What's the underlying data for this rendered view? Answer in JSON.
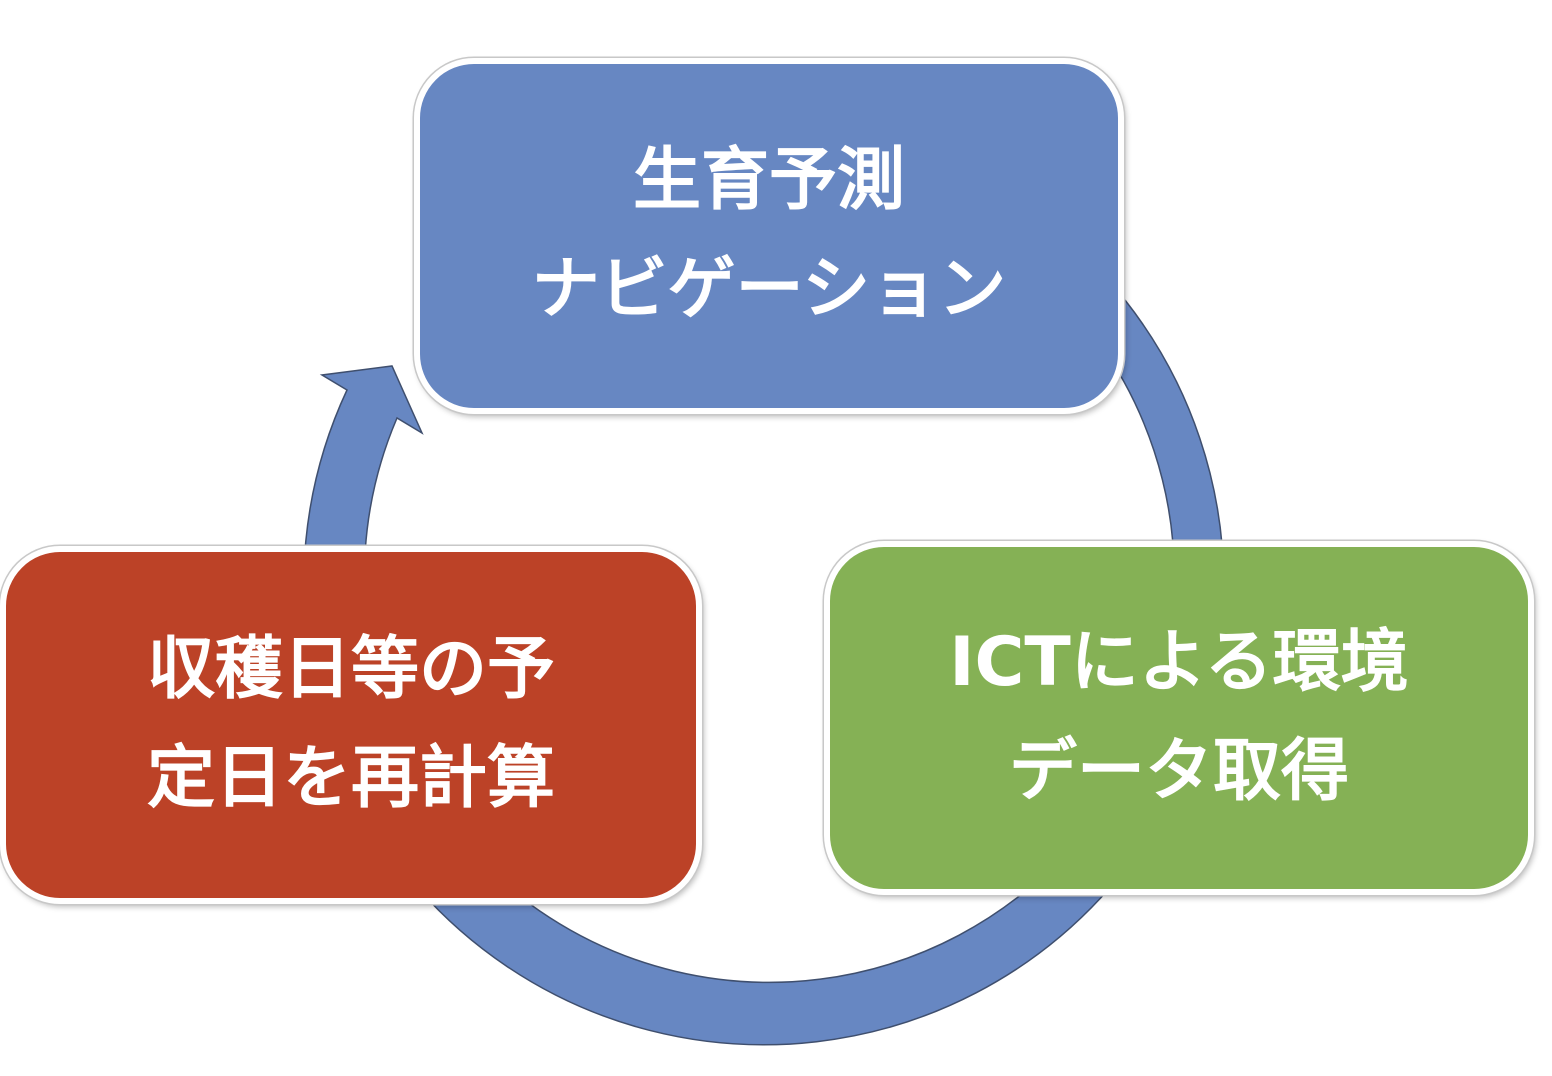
{
  "colors": {
    "arrow": "#6787C2",
    "arrow_stroke": "#3f4f6e",
    "box_top": "#6787C2",
    "box_left": "#BC4227",
    "box_right": "#85B155"
  },
  "steps": [
    {
      "line1": "生育予測",
      "line2": "ナビゲーション"
    },
    {
      "line1": "ICTによる環境",
      "line2": "データ取得"
    },
    {
      "line1": "収穫日等の予",
      "line2": "定日を再計算"
    }
  ]
}
